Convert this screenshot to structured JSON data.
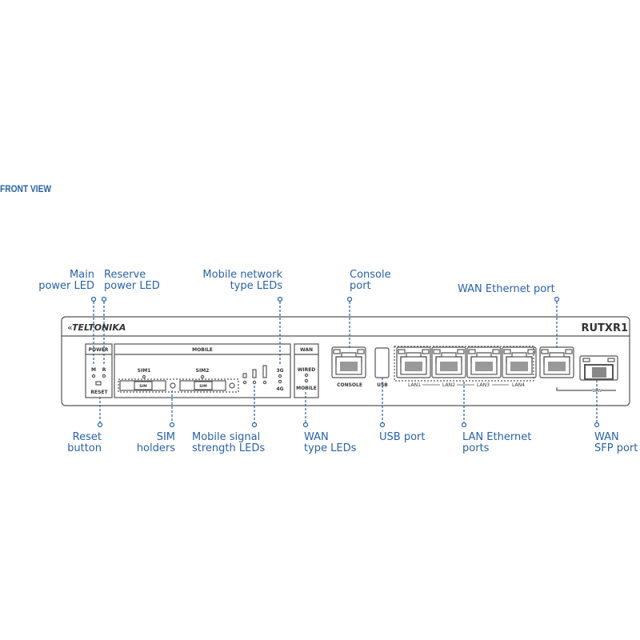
{
  "title": "FRONT VIEW",
  "device": {
    "brand": "TELTONIKA",
    "model": "RUTXR1",
    "sections": {
      "power": "POWER",
      "mobile": "MOBILE",
      "wan": "WAN"
    },
    "power_leds": [
      "M",
      "R"
    ],
    "reset": "RESET",
    "sims": [
      "SIM1",
      "SIM2"
    ],
    "sim_tray": "SIM",
    "network_types": [
      "3G",
      "4G"
    ],
    "wan_types": [
      "WIRED",
      "MOBILE"
    ],
    "ports": {
      "console": "CONSOLE",
      "usb": "USB",
      "lan": [
        "LAN1",
        "LAN2",
        "LAN3",
        "LAN4"
      ],
      "wan": "WAN"
    }
  },
  "callouts_top": {
    "main_power": [
      "Main",
      "power LED"
    ],
    "reserve_power": [
      "Reserve",
      "power LED"
    ],
    "network_type": [
      "Mobile network",
      "type LEDs"
    ],
    "console": [
      "Console",
      "port"
    ],
    "wan_eth": [
      "WAN Ethernet port"
    ]
  },
  "callouts_bottom": {
    "reset": [
      "Reset",
      "button"
    ],
    "sim": [
      "SIM",
      "holders"
    ],
    "signal": [
      "Mobile signal",
      "strength LEDs"
    ],
    "wan_type": [
      "WAN",
      "type LEDs"
    ],
    "usb": [
      "USB port"
    ],
    "lan": [
      "LAN Ethernet",
      "ports"
    ],
    "sfp": [
      "WAN",
      "SFP port"
    ]
  },
  "colors": {
    "accent": "#2a62a8",
    "line": "#555555"
  }
}
